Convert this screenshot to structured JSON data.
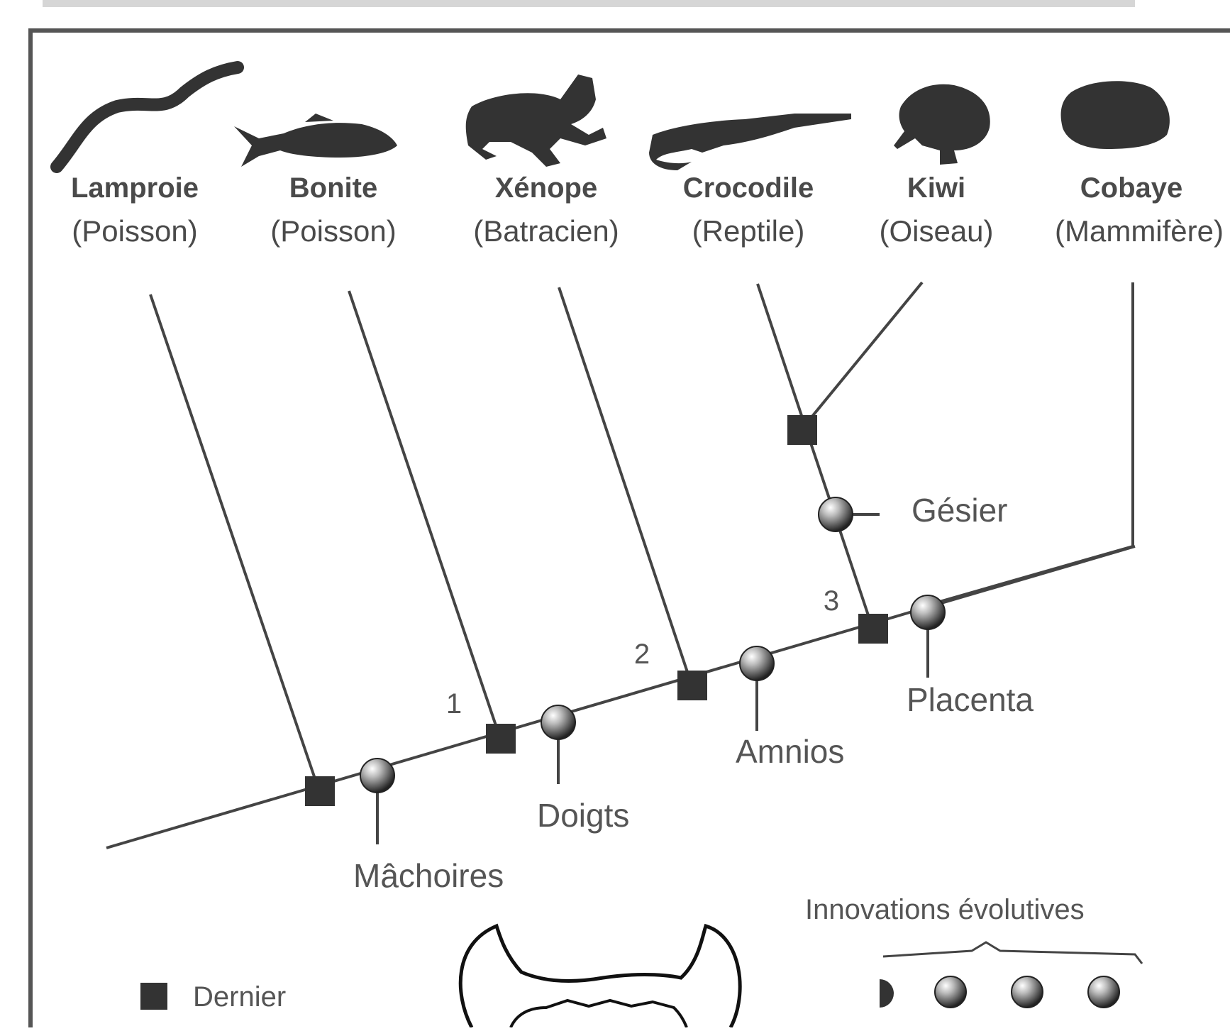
{
  "taxa": [
    {
      "name": "Lamproie",
      "group": "(Poisson)"
    },
    {
      "name": "Bonite",
      "group": "(Poisson)"
    },
    {
      "name": "Xénope",
      "group": "(Batracien)"
    },
    {
      "name": "Crocodile",
      "group": "(Reptile)"
    },
    {
      "name": "Kiwi",
      "group": "(Oiseau)"
    },
    {
      "name": "Cobaye",
      "group": "(Mammifère)"
    }
  ],
  "innovations": [
    "Mâchoires",
    "Doigts",
    "Amnios",
    "Placenta",
    "Gésier"
  ],
  "node_numbers": [
    "1",
    "2",
    "3"
  ],
  "legend": {
    "square_label": "Dernier",
    "innovations_title": "Innovations évolutives"
  }
}
